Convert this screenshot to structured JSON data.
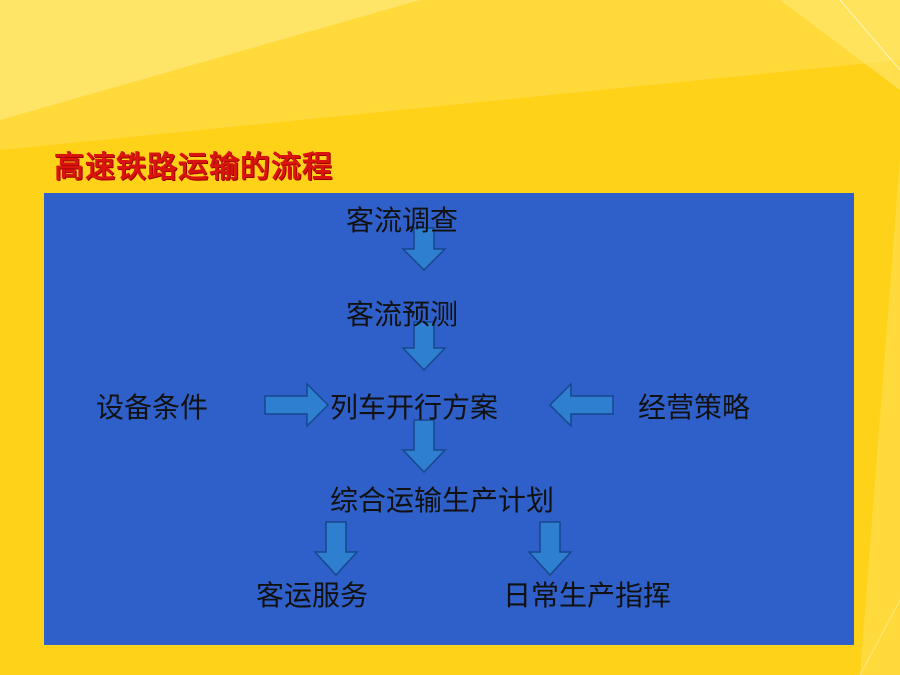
{
  "title": "高速铁路运输的流程",
  "nodes": {
    "survey": "客流调查",
    "forecast": "客流预测",
    "equipment": "设备条件",
    "plan": "列车开行方案",
    "strategy": "经营策略",
    "production_plan": "综合运输生产计划",
    "passenger_service": "客运服务",
    "daily_command": "日常生产指挥"
  },
  "colors": {
    "background": "#ffd21a",
    "panel": "#2f5fc8",
    "arrow_fill": "#2f7fd0",
    "arrow_stroke": "#17478f",
    "title": "#d9140f"
  }
}
